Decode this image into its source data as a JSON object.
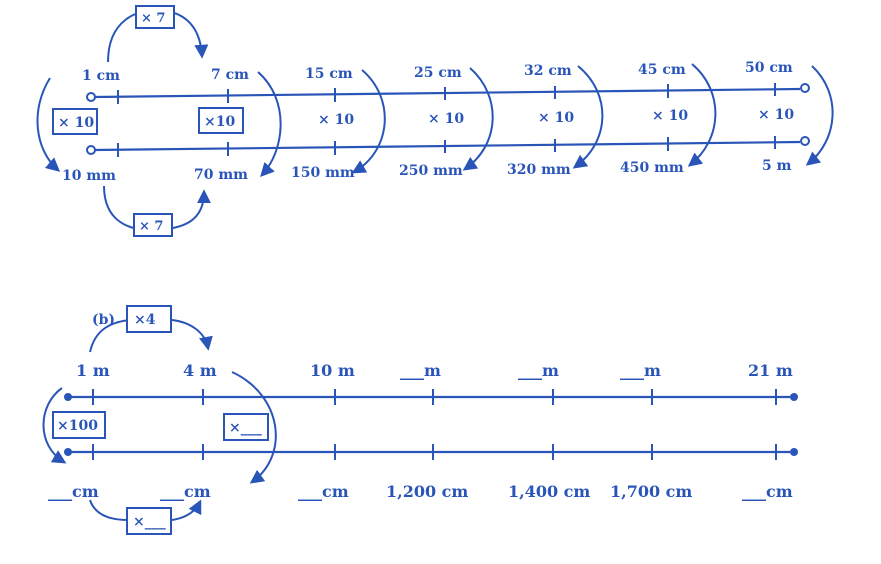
{
  "accent_color": "#2a55b8",
  "part_a": {
    "top_labels": [
      "1 cm",
      "7 cm",
      "15 cm",
      "25 cm",
      "32 cm",
      "45 cm",
      "50 cm"
    ],
    "bottom_labels": [
      "10 mm",
      "70 mm",
      "150 mm",
      "250 mm",
      "320 mm",
      "450 mm",
      "5 m"
    ],
    "between_labels": [
      "× 10",
      "×10",
      "× 10",
      "× 10",
      "× 10",
      "× 10",
      "× 10"
    ],
    "top_multiplier": "× 7",
    "bottom_multiplier": "× 7"
  },
  "part_b": {
    "part_label": "(b)",
    "top_labels": [
      "1 m",
      "4 m",
      "10 m",
      "___m",
      "___m",
      "___m",
      "21 m"
    ],
    "bottom_labels": [
      "___cm",
      "___cm",
      "___cm",
      "1,200 cm",
      "1,400 cm",
      "1,700 cm",
      "___cm"
    ],
    "left_multiplier": "×100",
    "second_multiplier": "×___",
    "top_multiplier": "×4",
    "bottom_multiplier": "×___"
  }
}
